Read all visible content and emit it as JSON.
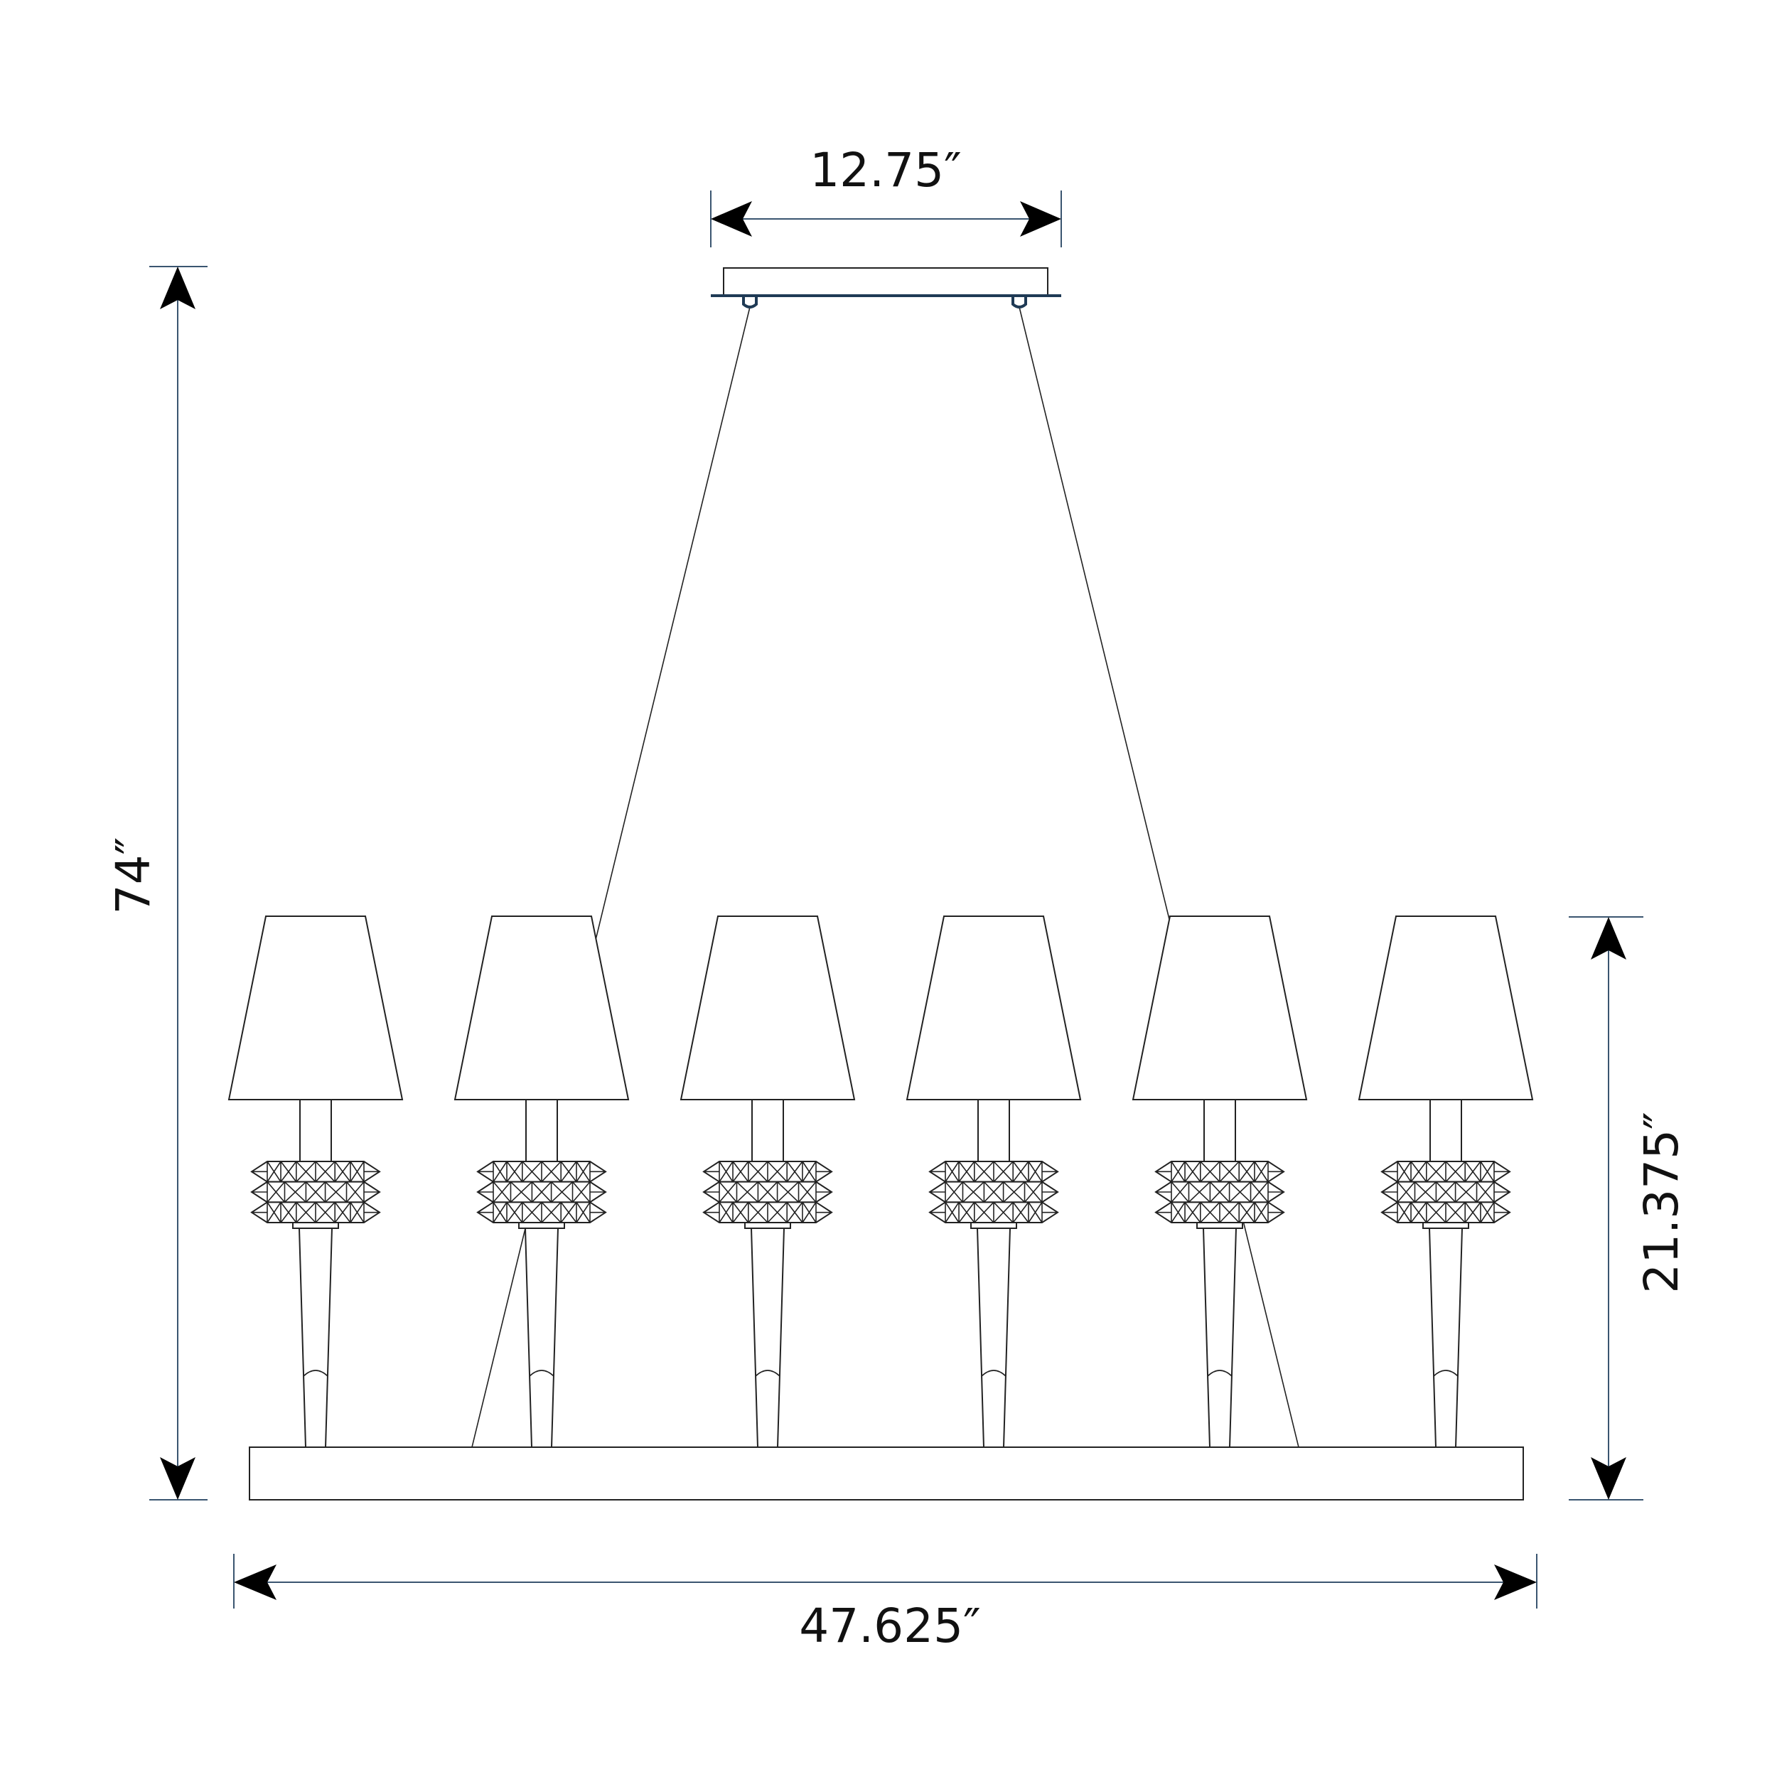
{
  "dimensions": {
    "canopy_width": "12.75″",
    "overall_height": "74″",
    "fixture_height": "21.375″",
    "overall_width": "47.625″"
  },
  "fixture": {
    "lamp_count": 6,
    "crystal_rows": 3
  },
  "colors": {
    "dimension_line": "#3a5570",
    "outline": "#222222"
  }
}
